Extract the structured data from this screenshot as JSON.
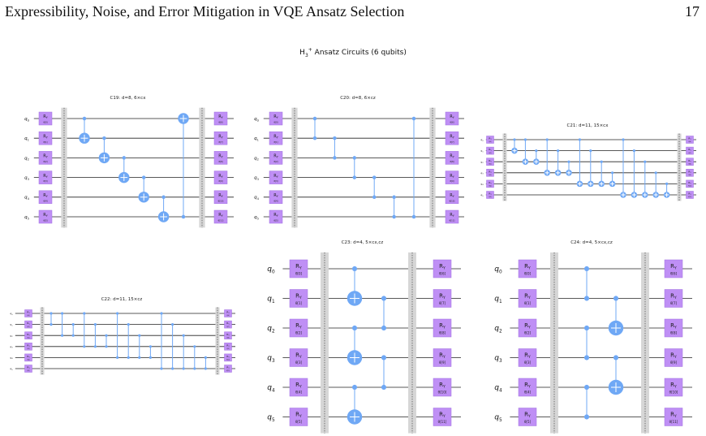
{
  "header": {
    "title": "Expressibility, Noise, and Error Mitigation in VQE Ansatz Selection",
    "page_number": "17"
  },
  "figure": {
    "title_prefix": "H",
    "title_sub": "3",
    "title_sup": "+",
    "title_rest": " Ansatz Circuits (6 qubits)"
  },
  "colors": {
    "gate": "#bf8ff5",
    "gate_edge": "#a070e0",
    "control": "#6fa8f5",
    "barrier": "#d6d6d6",
    "wire": "#222222",
    "gate_text": "#1a1a1a"
  },
  "qubit_labels": [
    "q0",
    "q1",
    "q2",
    "q3",
    "q4",
    "q5"
  ],
  "gate_symbol": "RY",
  "circuits": [
    {
      "id": "c19",
      "title": "C19: d=8, 6×cx",
      "param_labels_left": [
        "θ[0]",
        "θ[1]",
        "θ[2]",
        "θ[3]",
        "θ[4]",
        "θ[5]"
      ],
      "param_labels_right": [
        "θ[6]",
        "θ[7]",
        "θ[8]",
        "θ[9]",
        "θ[10]",
        "θ[11]"
      ],
      "gates": [
        {
          "kind": "cx",
          "ctrl": 0,
          "tgt": 1
        },
        {
          "kind": "cx",
          "ctrl": 1,
          "tgt": 2
        },
        {
          "kind": "cx",
          "ctrl": 2,
          "tgt": 3
        },
        {
          "kind": "cx",
          "ctrl": 3,
          "tgt": 4
        },
        {
          "kind": "cx",
          "ctrl": 4,
          "tgt": 5
        },
        {
          "kind": "cx",
          "ctrl": 5,
          "tgt": 0
        }
      ]
    },
    {
      "id": "c20",
      "title": "C20: d=8, 6×cz",
      "param_labels_left": [
        "θ[0]",
        "θ[1]",
        "θ[2]",
        "θ[3]",
        "θ[4]",
        "θ[5]"
      ],
      "param_labels_right": [
        "θ[6]",
        "θ[7]",
        "θ[8]",
        "θ[9]",
        "θ[10]",
        "θ[11]"
      ],
      "gates": [
        {
          "kind": "cz",
          "ctrl": 0,
          "tgt": 1
        },
        {
          "kind": "cz",
          "ctrl": 1,
          "tgt": 2
        },
        {
          "kind": "cz",
          "ctrl": 2,
          "tgt": 3
        },
        {
          "kind": "cz",
          "ctrl": 3,
          "tgt": 4
        },
        {
          "kind": "cz",
          "ctrl": 4,
          "tgt": 5
        },
        {
          "kind": "cz",
          "ctrl": 5,
          "tgt": 0
        }
      ]
    },
    {
      "id": "c21",
      "title": "C21: d=11, 15×cx",
      "param_labels_left": [
        "θ[0]",
        "θ[1]",
        "θ[2]",
        "θ[3]",
        "θ[4]",
        "θ[5]"
      ],
      "param_labels_right": [
        "θ[6]",
        "θ[7]",
        "θ[8]",
        "θ[9]",
        "θ[10]",
        "θ[11]"
      ],
      "gates": [
        {
          "kind": "cx",
          "ctrl": 0,
          "tgt": 1
        },
        {
          "kind": "cx",
          "ctrl": 0,
          "tgt": 2
        },
        {
          "kind": "cx",
          "ctrl": 1,
          "tgt": 2
        },
        {
          "kind": "cx",
          "ctrl": 0,
          "tgt": 3
        },
        {
          "kind": "cx",
          "ctrl": 1,
          "tgt": 3
        },
        {
          "kind": "cx",
          "ctrl": 2,
          "tgt": 3
        },
        {
          "kind": "cx",
          "ctrl": 0,
          "tgt": 4
        },
        {
          "kind": "cx",
          "ctrl": 1,
          "tgt": 4
        },
        {
          "kind": "cx",
          "ctrl": 2,
          "tgt": 4
        },
        {
          "kind": "cx",
          "ctrl": 3,
          "tgt": 4
        },
        {
          "kind": "cx",
          "ctrl": 0,
          "tgt": 5
        },
        {
          "kind": "cx",
          "ctrl": 1,
          "tgt": 5
        },
        {
          "kind": "cx",
          "ctrl": 2,
          "tgt": 5
        },
        {
          "kind": "cx",
          "ctrl": 3,
          "tgt": 5
        },
        {
          "kind": "cx",
          "ctrl": 4,
          "tgt": 5
        }
      ]
    },
    {
      "id": "c22",
      "title": "C22: d=11, 15×cz",
      "param_labels_left": [
        "θ[0]",
        "θ[1]",
        "θ[2]",
        "θ[3]",
        "θ[4]",
        "θ[5]"
      ],
      "param_labels_right": [
        "θ[6]",
        "θ[7]",
        "θ[8]",
        "θ[9]",
        "θ[10]",
        "θ[11]"
      ],
      "gates": [
        {
          "kind": "cz",
          "ctrl": 0,
          "tgt": 1
        },
        {
          "kind": "cz",
          "ctrl": 0,
          "tgt": 2
        },
        {
          "kind": "cz",
          "ctrl": 1,
          "tgt": 2
        },
        {
          "kind": "cz",
          "ctrl": 0,
          "tgt": 3
        },
        {
          "kind": "cz",
          "ctrl": 1,
          "tgt": 3
        },
        {
          "kind": "cz",
          "ctrl": 2,
          "tgt": 3
        },
        {
          "kind": "cz",
          "ctrl": 0,
          "tgt": 4
        },
        {
          "kind": "cz",
          "ctrl": 1,
          "tgt": 4
        },
        {
          "kind": "cz",
          "ctrl": 2,
          "tgt": 4
        },
        {
          "kind": "cz",
          "ctrl": 3,
          "tgt": 4
        },
        {
          "kind": "cz",
          "ctrl": 0,
          "tgt": 5
        },
        {
          "kind": "cz",
          "ctrl": 1,
          "tgt": 5
        },
        {
          "kind": "cz",
          "ctrl": 2,
          "tgt": 5
        },
        {
          "kind": "cz",
          "ctrl": 3,
          "tgt": 5
        },
        {
          "kind": "cz",
          "ctrl": 4,
          "tgt": 5
        }
      ]
    },
    {
      "id": "c23",
      "title": "C23: d=4, 5×cx,cz",
      "param_labels_left": [
        "θ[0]",
        "θ[1]",
        "θ[2]",
        "θ[3]",
        "θ[4]",
        "θ[5]"
      ],
      "param_labels_right": [
        "θ[6]",
        "θ[7]",
        "θ[8]",
        "θ[9]",
        "θ[10]",
        "θ[11]"
      ],
      "gates": [
        {
          "kind": "cx",
          "ctrl": 0,
          "tgt": 1,
          "col": 0
        },
        {
          "kind": "cx",
          "ctrl": 2,
          "tgt": 3,
          "col": 0
        },
        {
          "kind": "cx",
          "ctrl": 4,
          "tgt": 5,
          "col": 0
        },
        {
          "kind": "cz",
          "ctrl": 1,
          "tgt": 2,
          "col": 1
        },
        {
          "kind": "cz",
          "ctrl": 3,
          "tgt": 4,
          "col": 1
        }
      ]
    },
    {
      "id": "c24",
      "title": "C24: d=4, 5×cx,cz",
      "param_labels_left": [
        "θ[0]",
        "θ[1]",
        "θ[2]",
        "θ[3]",
        "θ[4]",
        "θ[5]"
      ],
      "param_labels_right": [
        "θ[6]",
        "θ[7]",
        "θ[8]",
        "θ[9]",
        "θ[10]",
        "θ[11]"
      ],
      "gates": [
        {
          "kind": "cz",
          "ctrl": 0,
          "tgt": 1,
          "col": 0
        },
        {
          "kind": "cz",
          "ctrl": 2,
          "tgt": 3,
          "col": 0
        },
        {
          "kind": "cz",
          "ctrl": 4,
          "tgt": 5,
          "col": 0
        },
        {
          "kind": "cx",
          "ctrl": 1,
          "tgt": 2,
          "col": 1
        },
        {
          "kind": "cx",
          "ctrl": 3,
          "tgt": 4,
          "col": 1
        }
      ]
    }
  ]
}
